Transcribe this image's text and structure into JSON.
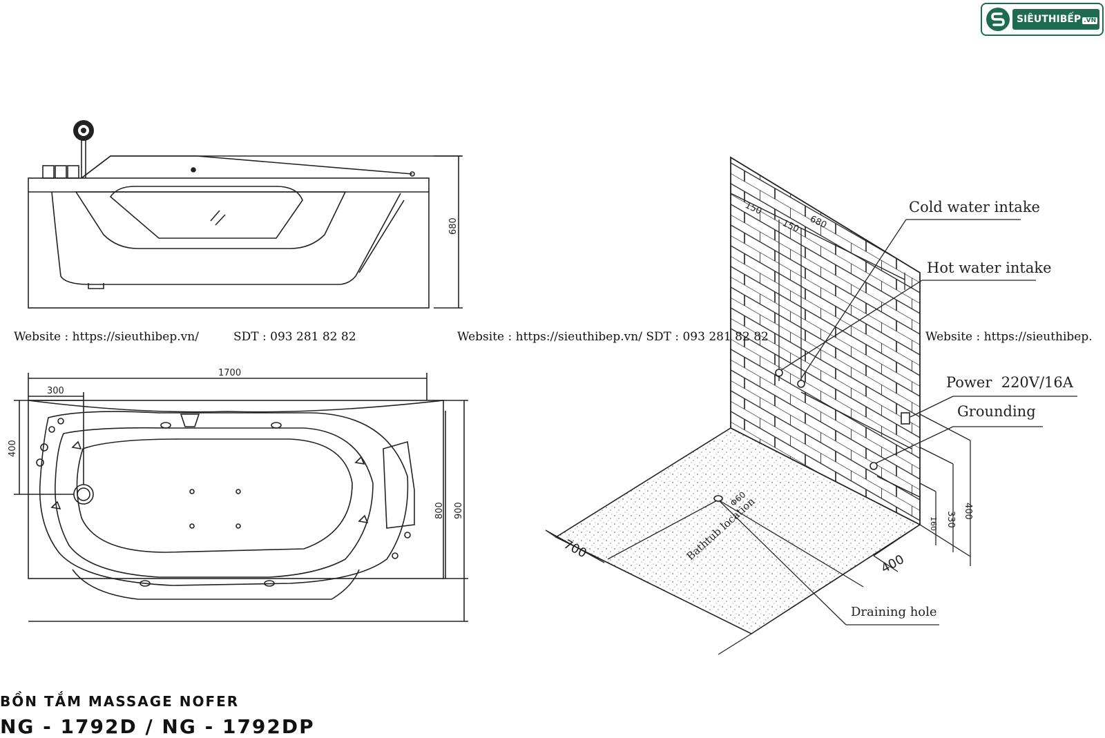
{
  "logo": {
    "text": "SIÊUTHIBẾP",
    "suffix": ".VN"
  },
  "watermarks": [
    {
      "text": "Website : https://sieuthibep.vn/"
    },
    {
      "text": "SDT : 093 281 82 82"
    },
    {
      "text": "Website : https://sieuthibep.vn/ SDT : 093 281 82 82"
    },
    {
      "text": "Website : https://sieuthibep."
    }
  ],
  "labels": {
    "cold_water": "Cold water intake",
    "hot_water": "Hot water intake",
    "power": "Power  220V/16A",
    "grounding": "Grounding",
    "draining": "Draining hole",
    "bathtub_location": "Bathtub location",
    "drain_dia": "Φ60"
  },
  "dimensions": {
    "side_height": "680",
    "top_length": "1700",
    "top_300": "300",
    "top_400": "400",
    "top_800": "800",
    "top_900": "900",
    "wall_150a": "150",
    "wall_150b": "150",
    "wall_680": "680",
    "floor_700": "700",
    "floor_400": "400",
    "h_400": "400",
    "h_330": "330",
    "h_160": "160"
  },
  "product": {
    "subtitle": "BỒN TẮM MASSAGE NOFER",
    "title": "NG - 1792D / NG - 1792DP"
  }
}
